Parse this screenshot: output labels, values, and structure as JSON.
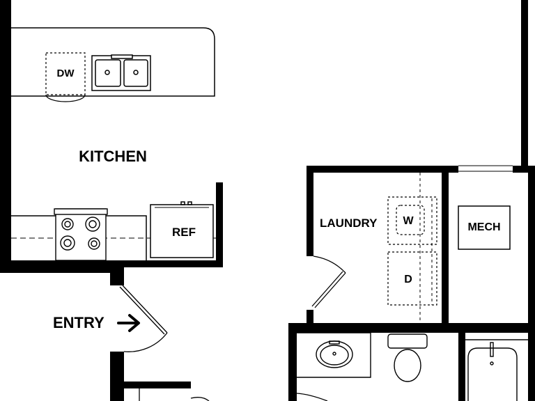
{
  "rooms": {
    "kitchen": "KITCHEN",
    "laundry": "LAUNDRY",
    "entry": "ENTRY",
    "mech": "MECH"
  },
  "fixtures": {
    "dishwasher": "DW",
    "refrigerator": "REF",
    "washer": "W",
    "dryer": "D"
  },
  "entry_arrow_icon": "arrow-right-icon",
  "colors": {
    "wall": "#000000",
    "background": "#ffffff"
  }
}
